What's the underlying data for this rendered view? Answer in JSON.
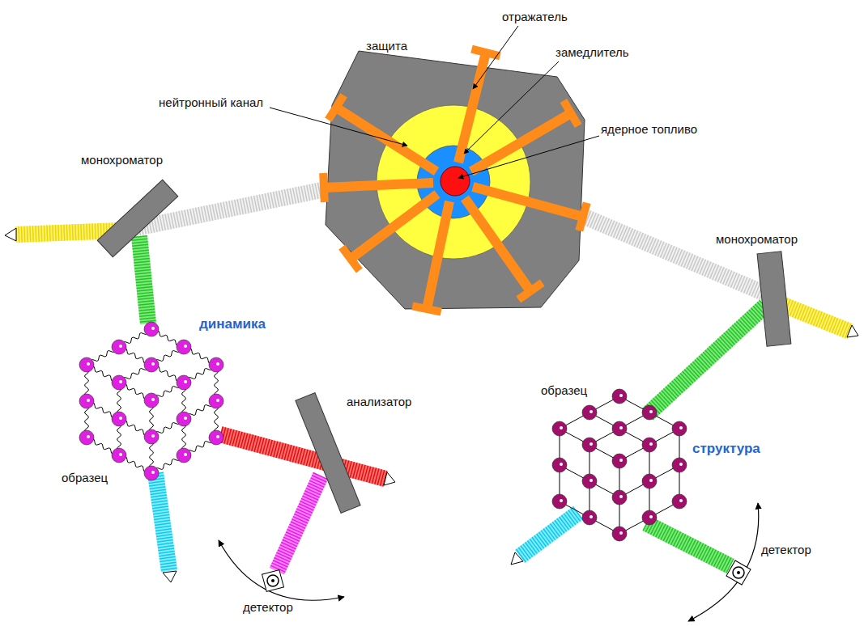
{
  "diagram": {
    "labels": [
      "отражатель",
      "защита",
      "замедлитель",
      "нейтронный канал",
      "ядерное топливо",
      "монохроматор",
      "монохроматор",
      "динамика",
      "структура",
      "образец",
      "анализатор",
      "образец",
      "детектор",
      "детектор"
    ]
  }
}
